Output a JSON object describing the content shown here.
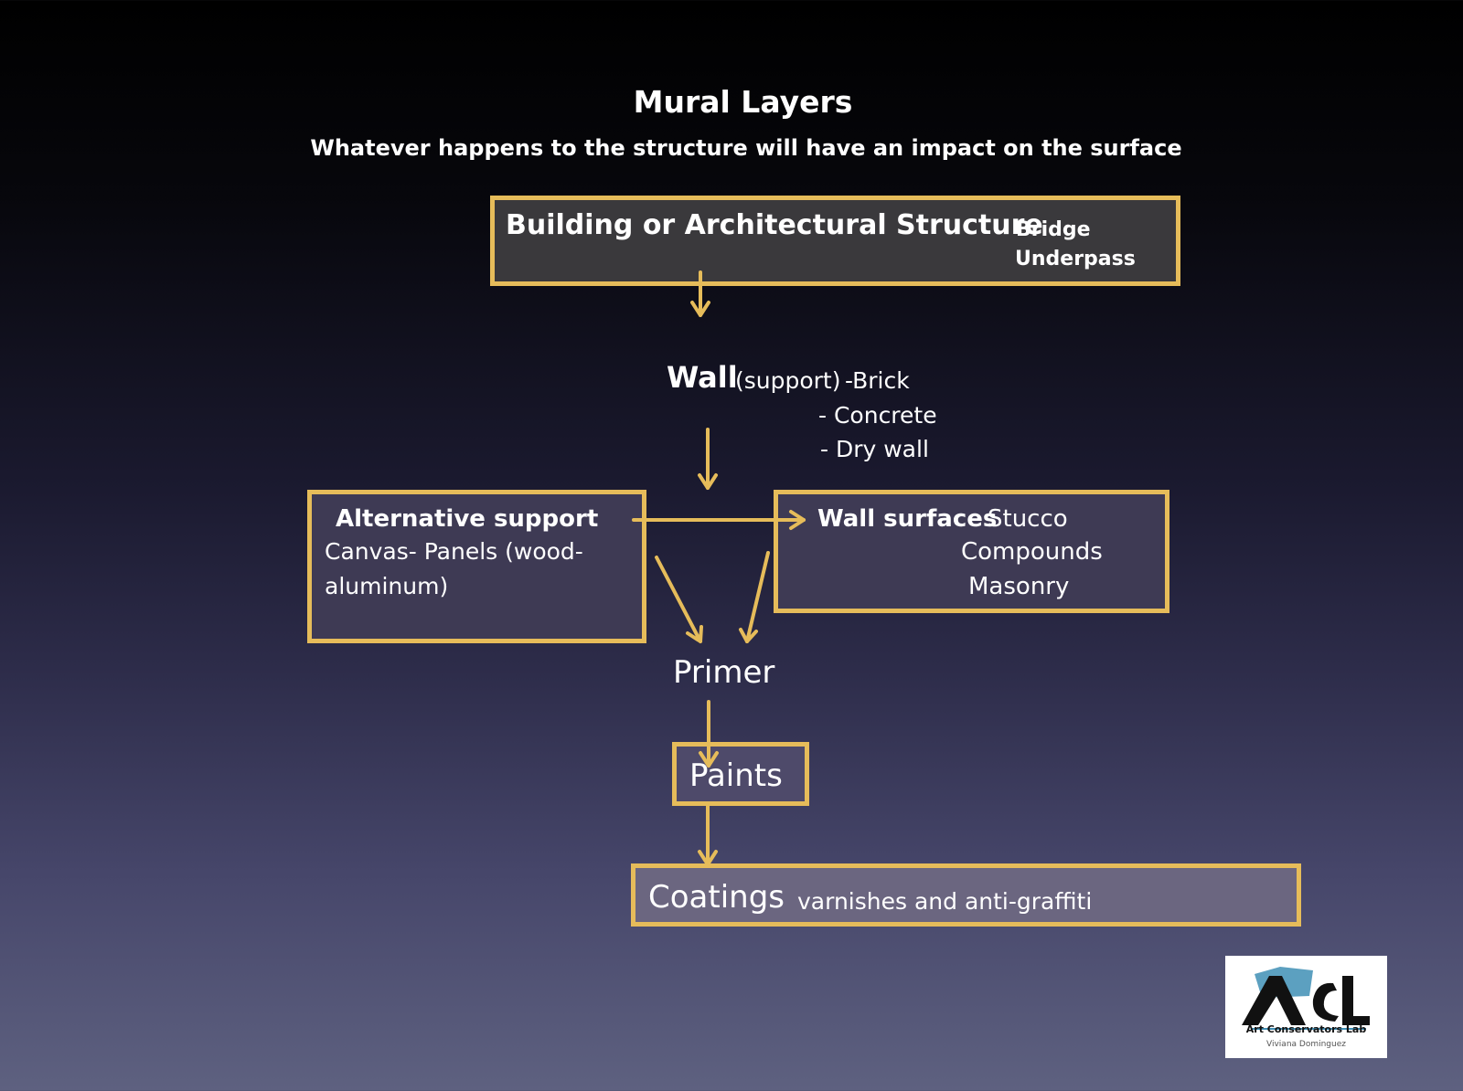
{
  "title": "Mural Layers",
  "subtitle": "Whatever happens to the structure will have an impact  on the surface",
  "structure": {
    "label": "Building or Architectural Structure",
    "examples": [
      "Bridge",
      "Underpass"
    ]
  },
  "wall": {
    "label": "Wall",
    "note": "(support)",
    "materials": [
      "-Brick",
      "- Concrete",
      "- Dry wall"
    ]
  },
  "alt_support": {
    "label": "Alternative support",
    "line1": "Canvas- Panels (wood-",
    "line2": "aluminum)"
  },
  "wall_surfaces": {
    "label": "Wall surfaces",
    "items": [
      "Stucco",
      "Compounds",
      "Masonry"
    ]
  },
  "primer": {
    "label": "Primer"
  },
  "paints": {
    "label": "Paints"
  },
  "coatings": {
    "label": "Coatings",
    "note": "varnishes and anti-graffiti"
  },
  "logo": {
    "letters": "ACL",
    "name": "Art Conservators Lab",
    "author": "Viviana Dominguez"
  },
  "colors": {
    "accent": "#e6bc5a",
    "logo_blue": "#3f8fb5",
    "logo_black": "#111111"
  }
}
